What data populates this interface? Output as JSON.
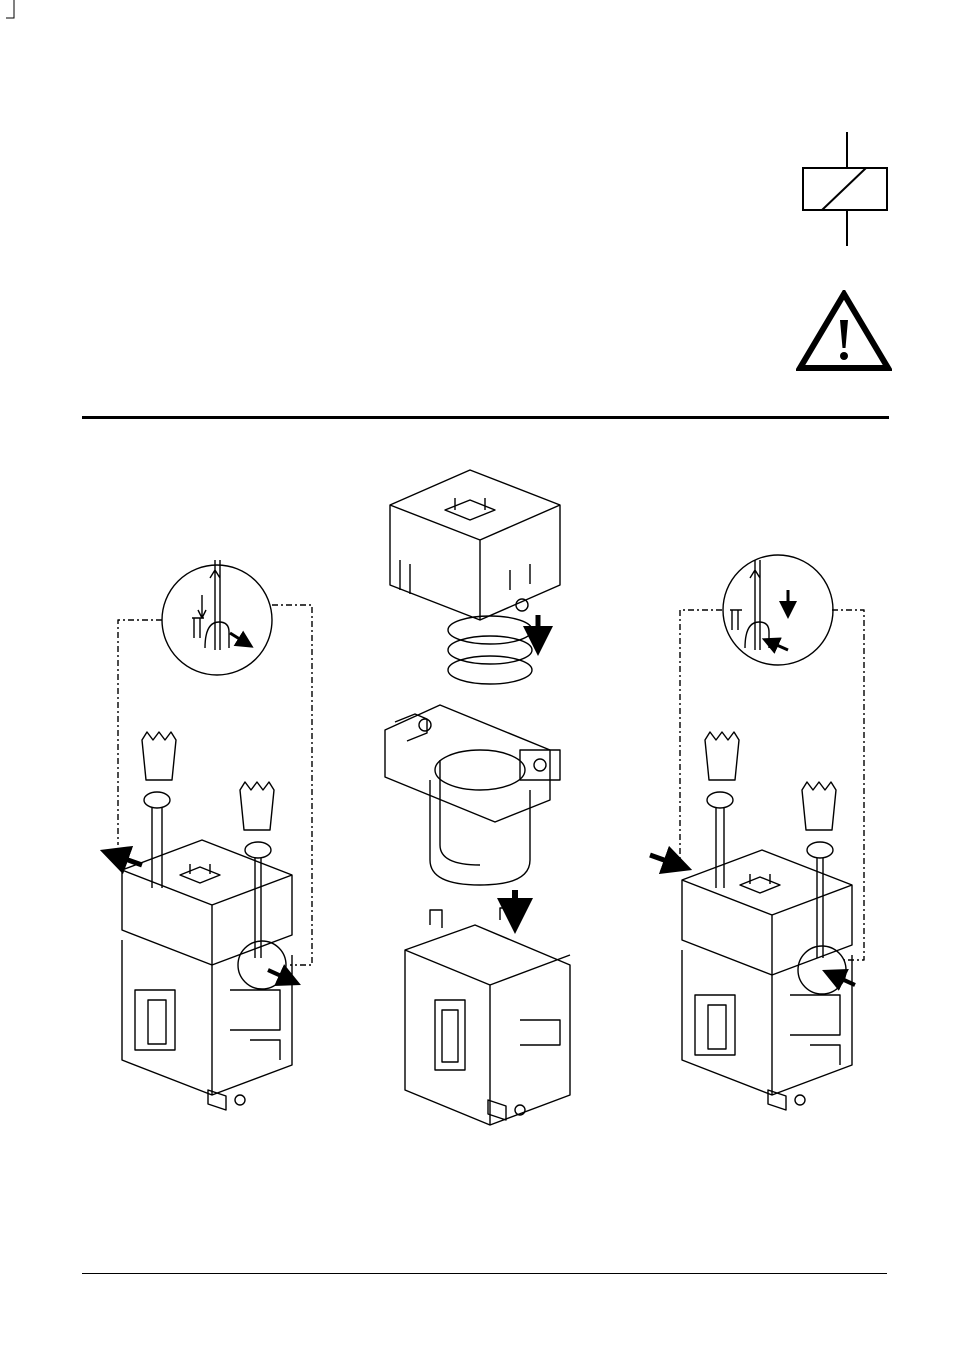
{
  "icons": {
    "coil": "coil-relay-symbol-icon",
    "warning": "warning-triangle-icon"
  },
  "colors": {
    "line": "#000000",
    "background": "#ffffff"
  },
  "figure": {
    "steps": [
      "remove-cover",
      "exchange-coil",
      "reinsert-cover"
    ]
  }
}
